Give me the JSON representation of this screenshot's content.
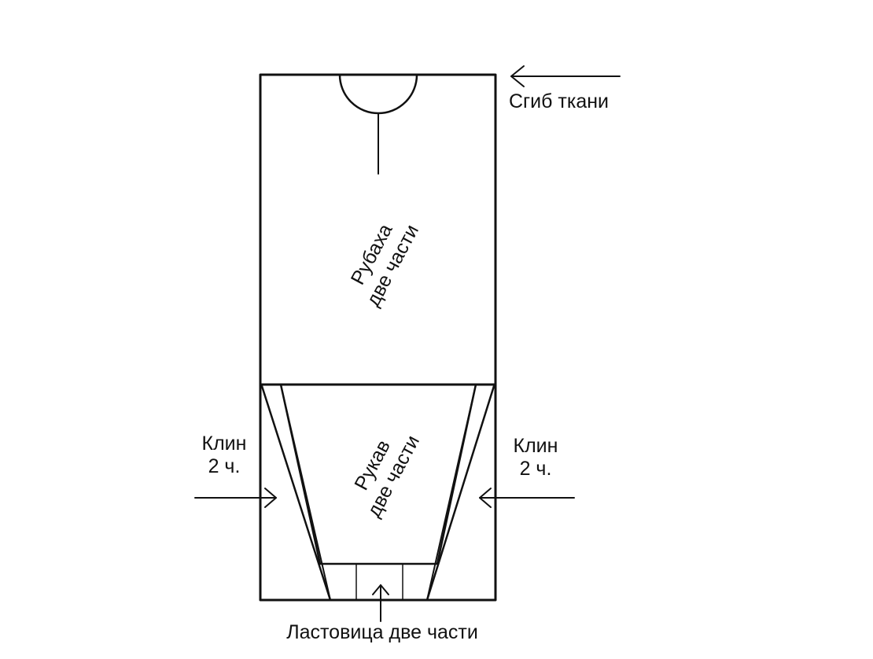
{
  "labels": {
    "fold": "Сгиб ткани",
    "shirt_line1": "Рубаха",
    "shirt_line2": "две части",
    "sleeve_line1": "Рукав",
    "sleeve_line2": "две части",
    "gusset_left_line1": "Клин",
    "gusset_left_line2": "2 ч.",
    "gusset_right_line1": "Клин",
    "gusset_right_line2": "2 ч.",
    "underarm_gusset": "Ластовица две части"
  },
  "colors": {
    "ink": "#111111",
    "background": "#ffffff"
  }
}
